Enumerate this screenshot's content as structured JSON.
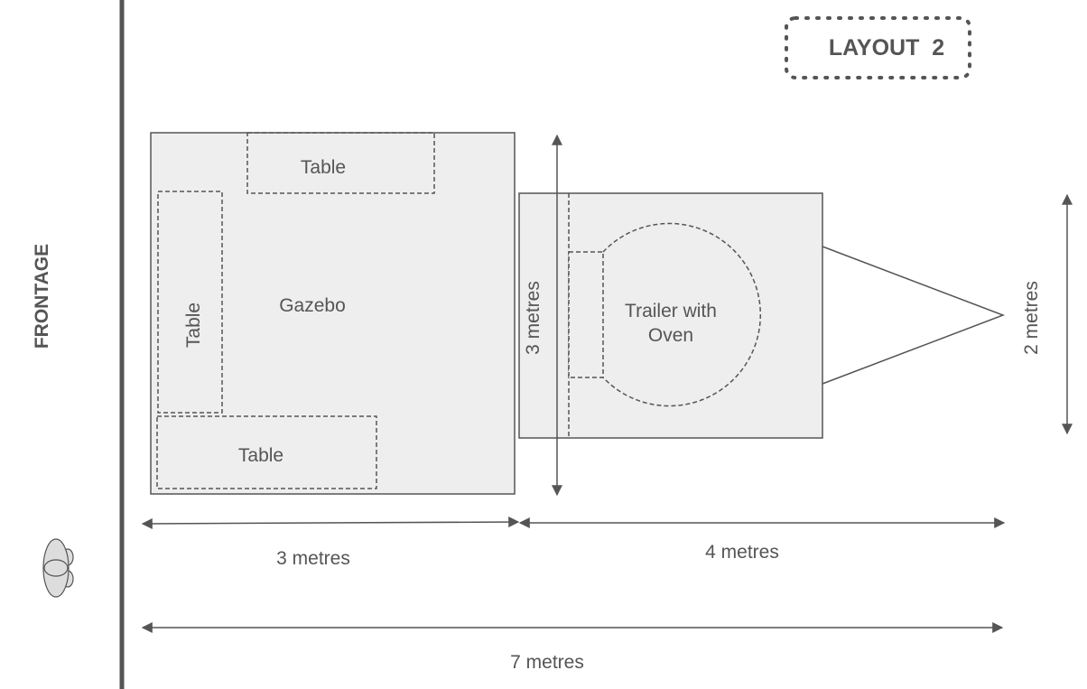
{
  "title": "LAYOUT  2",
  "frontage_label": "FRONTAGE",
  "gazebo": {
    "label": "Gazebo",
    "tables": [
      "Table",
      "Table",
      "Table"
    ]
  },
  "trailer": {
    "label_line1": "Trailer with",
    "label_line2": "Oven"
  },
  "dimensions": {
    "gazebo_width": "3 metres",
    "trailer_length": "4 metres",
    "total_length": "7 metres",
    "gazebo_depth": "3 metres",
    "trailer_width": "2 metres"
  },
  "colors": {
    "fill": "#eeeeee",
    "stroke": "#555555",
    "text": "#555555",
    "frontage_line": "#555555"
  },
  "icons": [
    "person-topview-icon"
  ]
}
